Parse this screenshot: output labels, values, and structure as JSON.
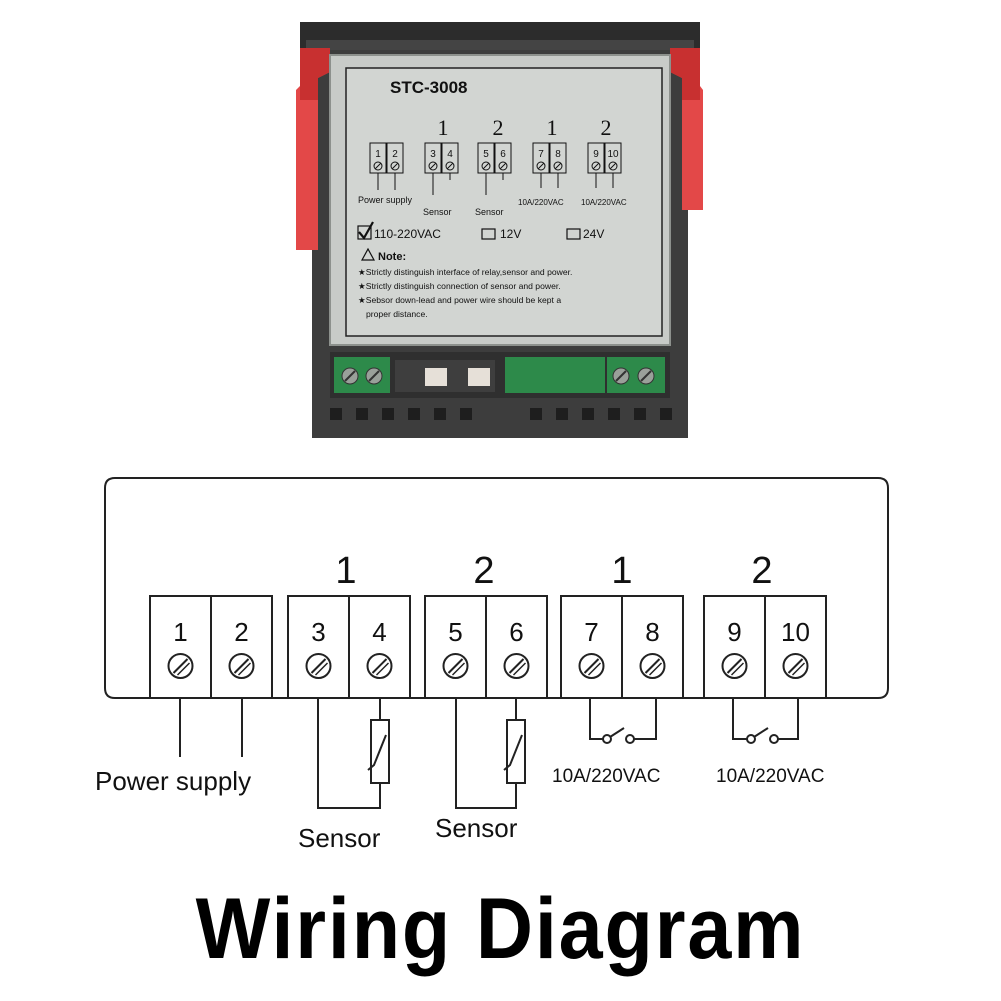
{
  "device": {
    "model": "STC-3008",
    "group_numbers": [
      "1",
      "2",
      "1",
      "2"
    ],
    "terminals": [
      "1",
      "2",
      "3",
      "4",
      "5",
      "6",
      "7",
      "8",
      "9",
      "10"
    ],
    "power_label": "Power supply",
    "sensor_label": "Sensor",
    "relay_rating": "10A/220VAC",
    "voltage_options": [
      "110-220VAC",
      "12V",
      "24V"
    ],
    "selected_voltage": "110-220VAC",
    "note_title": "Note:",
    "notes": [
      "Strictly distinguish interface of relay,sensor and power.",
      "Strictly distinguish connection of sensor and power.",
      "Sebsor down-lead and power wire should be kept a",
      "proper distance."
    ],
    "colors": {
      "housing": "#3a3a3a",
      "clip": "#e84040",
      "plate": "#c9ccc9",
      "terminal_block": "#2d8a4a"
    }
  },
  "diagram": {
    "group_numbers": [
      "1",
      "2",
      "1",
      "2"
    ],
    "terminals": [
      "1",
      "2",
      "3",
      "4",
      "5",
      "6",
      "7",
      "8",
      "9",
      "10"
    ],
    "power_label": "Power supply",
    "sensor_label_1": "Sensor",
    "sensor_label_2": "Sensor",
    "relay_label_1": "10A/220VAC",
    "relay_label_2": "10A/220VAC"
  },
  "title": "Wiring Diagram"
}
